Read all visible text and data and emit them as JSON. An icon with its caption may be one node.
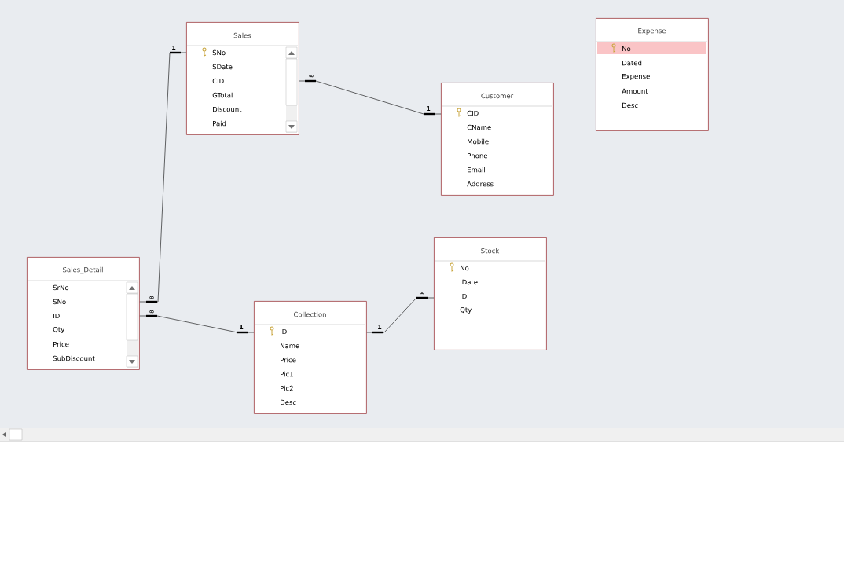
{
  "diagram": {
    "nodes": [
      {
        "text": [
          "Sales",
          "SNo",
          "SDate",
          "CID",
          "GTotal",
          "Discount",
          "Paid"
        ]
      },
      {
        "text": [
          "Expense",
          "No",
          "Dated",
          "Expense",
          "Amount",
          "Desc"
        ]
      },
      {
        "text": [
          "Customer",
          "CID",
          "CName",
          "Mobile",
          "Phone",
          "Email",
          "Address"
        ]
      },
      {
        "text": [
          "Stock",
          "No",
          "IDate",
          "ID",
          "Qty"
        ]
      },
      {
        "text": [
          "Sales_Detail",
          "SrNo",
          "SNo",
          "ID",
          "Qty",
          "Price",
          "SubDiscount"
        ]
      },
      {
        "text": [
          "Collection",
          "ID",
          "Name",
          "Price",
          "Pic1",
          "Pic2",
          "Desc"
        ]
      }
    ],
    "edges": [
      {
        "from": 0,
        "to": 4,
        "arrow": "none"
      },
      {
        "from": 2,
        "to": 0,
        "arrow": "none"
      },
      {
        "from": 5,
        "to": 4,
        "arrow": "none"
      },
      {
        "from": 5,
        "to": 3,
        "arrow": "none"
      }
    ],
    "labels": [
      "1",
      "∞",
      "1",
      "∞",
      "∞",
      "∞",
      "1",
      "1"
    ]
  }
}
